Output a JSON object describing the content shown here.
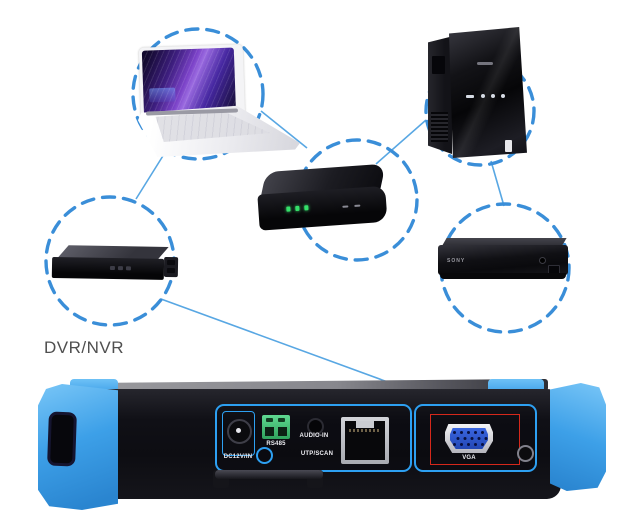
{
  "diagram": {
    "caption": {
      "text": "DVR/NVR"
    },
    "nodes": [
      {
        "id": "laptop"
      },
      {
        "id": "desktop-pc"
      },
      {
        "id": "set-top-box"
      },
      {
        "id": "dvr-nvr",
        "label": "DVR/NVR"
      },
      {
        "id": "media-player",
        "brand_text": "SONY"
      }
    ]
  },
  "tester": {
    "ports": {
      "power_label": "DC12V/IN",
      "rs485_label": "RS485",
      "audio_label": "AUDIO-IN",
      "utp_label": "UTP/SCAN",
      "vga_label": "VGA"
    }
  },
  "icons": {
    "dashed_circle": "node-highlight-circle",
    "connector": "connection-line",
    "vga_connector": "vga-port-icon",
    "rj45_connector": "ethernet-port-icon",
    "power_connector": "dc-power-jack-icon",
    "audio_connector": "audio-jack-icon",
    "rs485_connector": "rs485-terminal-icon"
  },
  "colors": {
    "background": "#ffffff",
    "circle_dash_blue": "#3a8ed8",
    "connector_line_blue": "#58a7e3",
    "bumper_blue": "#3da0e8",
    "panel_outline_blue": "#2da0f2",
    "highlight_red": "#d5281b",
    "rs485_green": "#3fbf6f",
    "vga_face_blue": "#2a52c8",
    "caption_gray": "#4f4f4f"
  }
}
